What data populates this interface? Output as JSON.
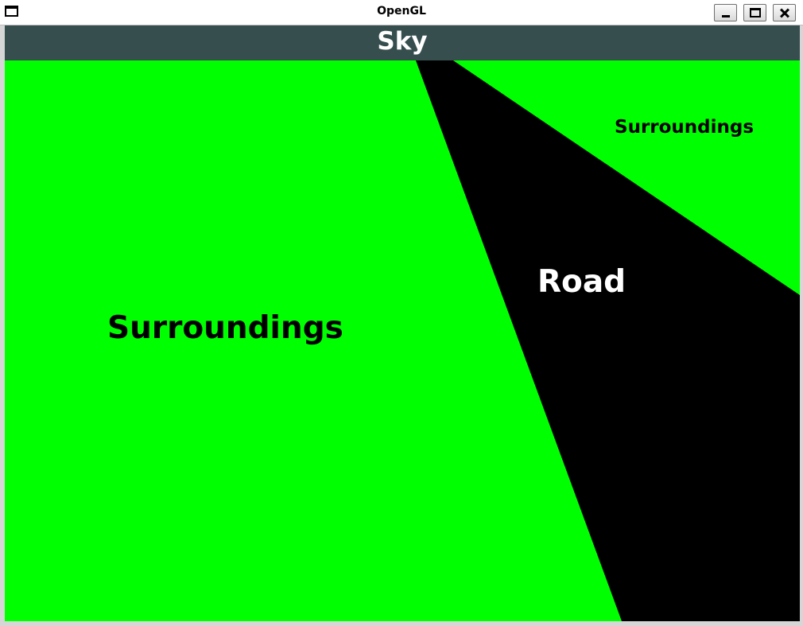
{
  "window": {
    "title": "OpenGL",
    "icon": "window-icon",
    "controls": {
      "minimize": "minimize-icon",
      "maximize": "maximize-icon",
      "close": "close-icon"
    }
  },
  "scene": {
    "sky_label": "Sky",
    "road_label": "Road",
    "surroundings_left_label": "Surroundings",
    "surroundings_right_label": "Surroundings",
    "colors": {
      "sky": "#374e4f",
      "surroundings": "#00ff00",
      "road": "#000000",
      "sky_text": "#ffffff",
      "road_text": "#ffffff",
      "surroundings_text": "#000000"
    }
  }
}
